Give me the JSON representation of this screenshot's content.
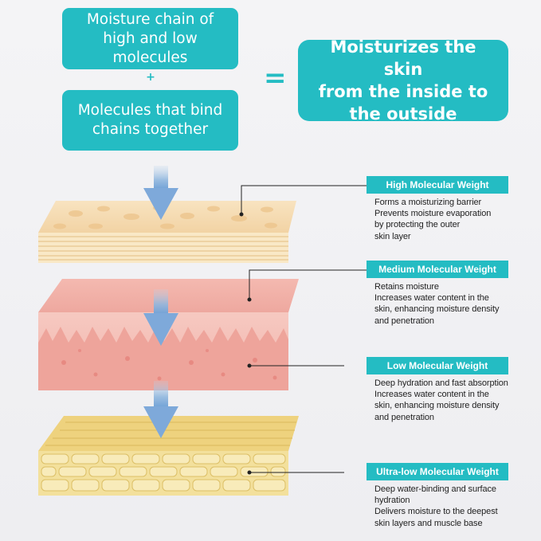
{
  "top": {
    "box1": "Moisture chain of\nhigh and low\nmolecules",
    "plus": "+",
    "box2": "Molecules that bind\nchains together",
    "equals": "=",
    "result": "Moisturizes the skin\nfrom the inside to\nthe outside"
  },
  "layers": [
    {
      "title": "High Molecular Weight",
      "desc": "Forms a moisturizing barrier\nPrevents moisture evaporation\nby protecting the outer\nskin layer"
    },
    {
      "title": "Medium Molecular Weight",
      "desc": "Retains moisture\nIncreases water content in the\nskin, enhancing moisture density\nand penetration"
    },
    {
      "title": "Low Molecular Weight",
      "desc": "Deep hydration and fast absorption\nIncreases water content in the\nskin, enhancing moisture density\nand penetration"
    },
    {
      "title": "Ultra-low Molecular Weight",
      "desc": "Deep water-binding and surface\nhydration\nDelivers moisture to the deepest\nskin layers and muscle base"
    }
  ],
  "colors": {
    "accent": "#24bcc3",
    "arrow": "#8fb6de",
    "layer_top": "#f7dfb8",
    "layer_mid": "#f2b2aa",
    "layer_bottom": "#efd784"
  }
}
